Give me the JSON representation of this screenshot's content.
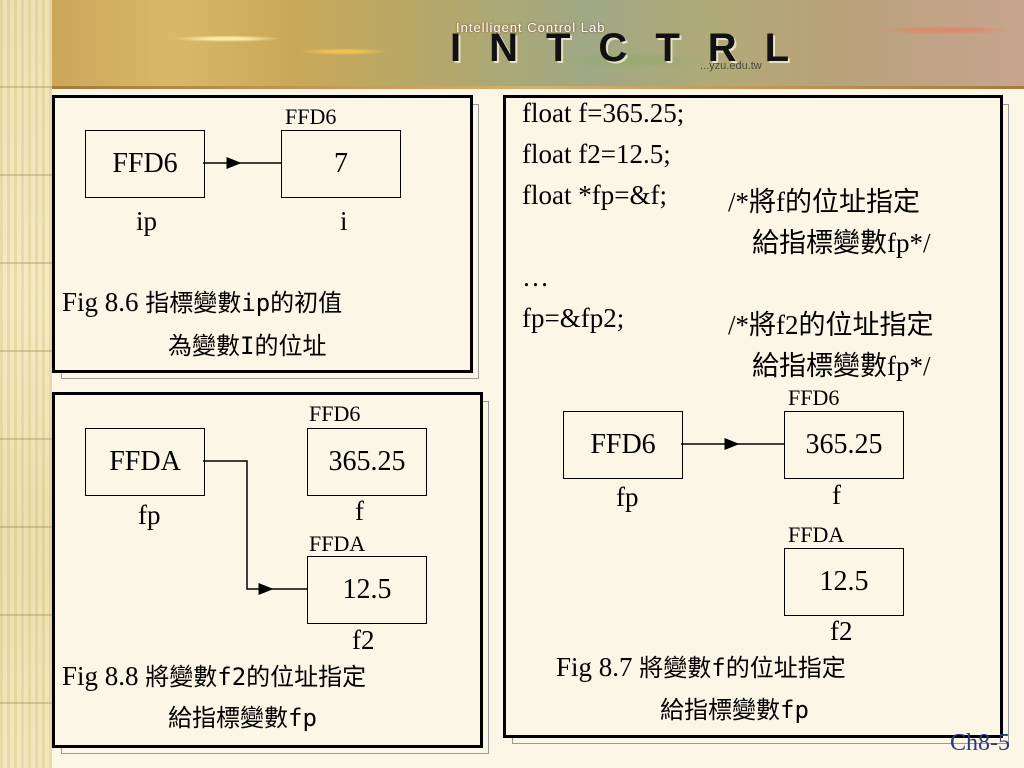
{
  "header": {
    "small_text": "Intelligent Control Lab",
    "logo_text": "INTCTRL",
    "url": "...yzu.edu.tw"
  },
  "fig86": {
    "addr_top": "FFD6",
    "ptr_value": "FFD6",
    "var_value": "7",
    "ptr_name": "ip",
    "var_name": "i",
    "caption_prefix": "Fig 8.6",
    "caption_line1": "指標變數ip的初值",
    "caption_line2": "為變數I的位址"
  },
  "fig88": {
    "addr_f": "FFD6",
    "ptr_value": "FFDA",
    "f_value": "365.25",
    "ptr_name": "fp",
    "f_name": "f",
    "addr_f2": "FFDA",
    "f2_value": "12.5",
    "f2_name": "f2",
    "caption_prefix": "Fig 8.8",
    "caption_line1": "將變數f2的位址指定",
    "caption_line2": "給指標變數fp"
  },
  "fig87": {
    "code": [
      {
        "code": "float f=365.25;",
        "comment": ""
      },
      {
        "code": "float f2=12.5;",
        "comment": ""
      },
      {
        "code": "float *fp=&f;",
        "comment": "/*將f的位址指定"
      },
      {
        "code": "",
        "comment": "給指標變數fp*/"
      },
      {
        "code": "…",
        "comment": ""
      },
      {
        "code": "fp=&fp2;",
        "comment": "/*將f2的位址指定"
      },
      {
        "code": "",
        "comment": "給指標變數fp*/"
      }
    ],
    "addr_f": "FFD6",
    "ptr_value": "FFD6",
    "f_value": "365.25",
    "ptr_name": "fp",
    "f_name": "f",
    "addr_f2": "FFDA",
    "f2_value": "12.5",
    "f2_name": "f2",
    "caption_prefix": "Fig 8.7",
    "caption_line1": "將變數f的位址指定",
    "caption_line2": "給指標變數fp"
  },
  "footer": {
    "slide_number": "Ch8-5"
  },
  "colors": {
    "footer": "#2c3a7a",
    "panel_border": "#000000"
  }
}
